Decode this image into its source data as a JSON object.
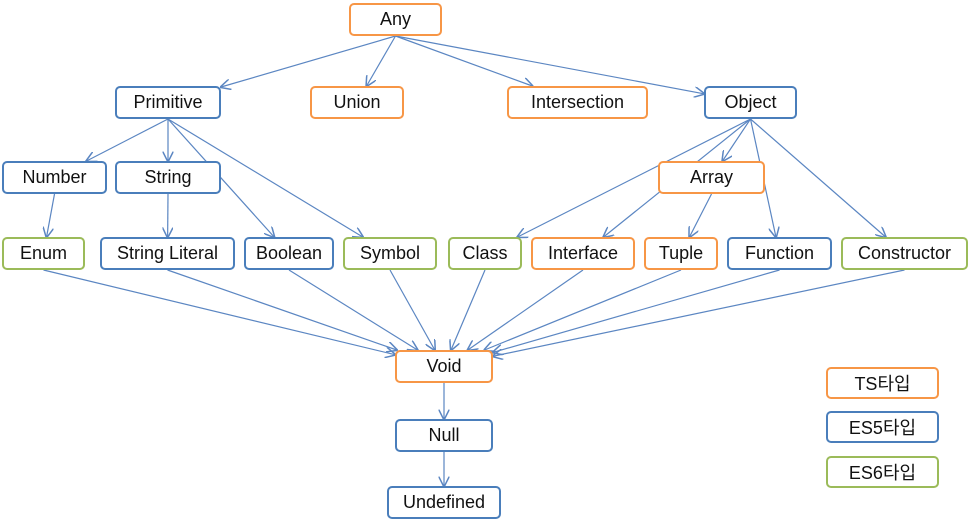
{
  "colors": {
    "ts": "#f79646",
    "es5": "#4a7ebb",
    "es6": "#9bbb59",
    "edge": "#5b86c2"
  },
  "nodes": {
    "any": {
      "label": "Any",
      "kind": "ts"
    },
    "primitive": {
      "label": "Primitive",
      "kind": "es5"
    },
    "union": {
      "label": "Union",
      "kind": "ts"
    },
    "intersection": {
      "label": "Intersection",
      "kind": "ts"
    },
    "object": {
      "label": "Object",
      "kind": "es5"
    },
    "number": {
      "label": "Number",
      "kind": "es5"
    },
    "string": {
      "label": "String",
      "kind": "es5"
    },
    "array": {
      "label": "Array",
      "kind": "ts"
    },
    "enum": {
      "label": "Enum",
      "kind": "es6"
    },
    "string_literal": {
      "label": "String Literal",
      "kind": "es5"
    },
    "boolean": {
      "label": "Boolean",
      "kind": "es5"
    },
    "symbol": {
      "label": "Symbol",
      "kind": "es6"
    },
    "class": {
      "label": "Class",
      "kind": "es6"
    },
    "interface": {
      "label": "Interface",
      "kind": "ts"
    },
    "tuple": {
      "label": "Tuple",
      "kind": "ts"
    },
    "function": {
      "label": "Function",
      "kind": "es5"
    },
    "constructor": {
      "label": "Constructor",
      "kind": "es6"
    },
    "void": {
      "label": "Void",
      "kind": "ts"
    },
    "null": {
      "label": "Null",
      "kind": "es5"
    },
    "undefined": {
      "label": "Undefined",
      "kind": "es5"
    }
  },
  "legend": {
    "ts": "TS타입",
    "es5": "ES5타입",
    "es6": "ES6타입"
  },
  "edges": [
    [
      "any",
      "primitive"
    ],
    [
      "any",
      "union"
    ],
    [
      "any",
      "intersection"
    ],
    [
      "any",
      "object"
    ],
    [
      "primitive",
      "number"
    ],
    [
      "primitive",
      "string"
    ],
    [
      "primitive",
      "boolean"
    ],
    [
      "primitive",
      "symbol"
    ],
    [
      "number",
      "enum"
    ],
    [
      "string",
      "string_literal"
    ],
    [
      "object",
      "array"
    ],
    [
      "object",
      "class"
    ],
    [
      "object",
      "interface"
    ],
    [
      "object",
      "function"
    ],
    [
      "object",
      "constructor"
    ],
    [
      "array",
      "tuple"
    ],
    [
      "enum",
      "void"
    ],
    [
      "string_literal",
      "void"
    ],
    [
      "boolean",
      "void"
    ],
    [
      "symbol",
      "void"
    ],
    [
      "class",
      "void"
    ],
    [
      "interface",
      "void"
    ],
    [
      "tuple",
      "void"
    ],
    [
      "function",
      "void"
    ],
    [
      "constructor",
      "void"
    ],
    [
      "void",
      "null"
    ],
    [
      "null",
      "undefined"
    ]
  ]
}
